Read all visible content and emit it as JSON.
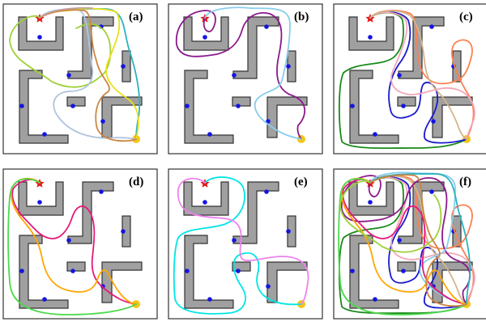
{
  "figure": {
    "colors": {
      "wall": "#a0a0a0",
      "obstacle_dot": "#1515e0",
      "start_star": "#e81616",
      "goal_dot": "#f5c518"
    },
    "panels": [
      {
        "id": "a",
        "label": "(a)",
        "trajectory_colors": [
          "#2bb3c0",
          "#9fd13a",
          "#e8e01a",
          "#b0c4de",
          "#cd853f",
          "#c0a0a0"
        ]
      },
      {
        "id": "b",
        "label": "(b)",
        "trajectory_colors": [
          "#8b1a8b",
          "#87ceeb"
        ]
      },
      {
        "id": "c",
        "label": "(c)",
        "trajectory_colors": [
          "#1a8a1a",
          "#1a1acc",
          "#ff7f50",
          "#f4a6b8",
          "#d2b48c"
        ]
      },
      {
        "id": "d",
        "label": "(d)",
        "trajectory_colors": [
          "#e6197a",
          "#ffa500",
          "#4cd94c"
        ]
      },
      {
        "id": "e",
        "label": "(e)",
        "trajectory_colors": [
          "#00e5e5",
          "#ee82ee"
        ]
      },
      {
        "id": "f",
        "label": "(f)",
        "trajectory_colors": [
          "#1a8a1a",
          "#1a1acc",
          "#ff7f50",
          "#f4a6b8",
          "#d2b48c",
          "#8b1a8b",
          "#87ceeb",
          "#e6197a",
          "#ffa500",
          "#4cd94c",
          "#9fd13a",
          "#2bb3c0",
          "#cd853f"
        ]
      }
    ]
  }
}
